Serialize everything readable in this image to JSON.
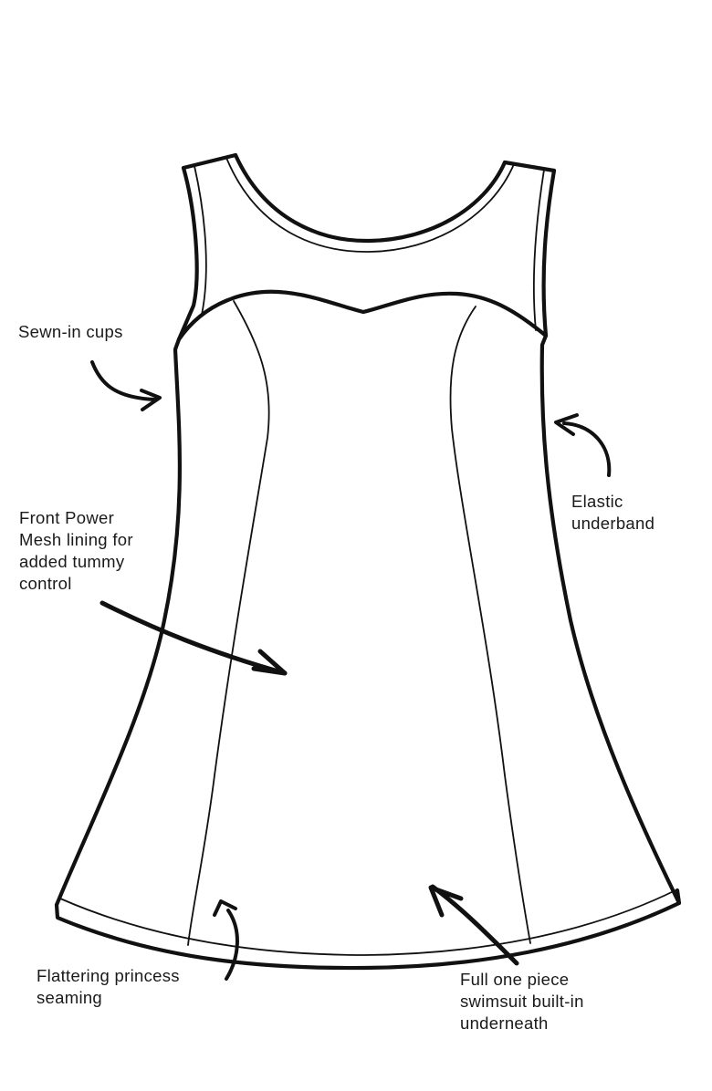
{
  "diagram": {
    "subject": "sleeveless swim dress technical flat sketch",
    "background_color": "#ffffff",
    "line_color": "#111111",
    "text_color": "#1a1a1a"
  },
  "callouts": {
    "sewn_in_cups": {
      "lines": [
        "Sewn-in cups"
      ],
      "icon": "curved-arrow-right-icon"
    },
    "power_mesh": {
      "lines": [
        "Front Power",
        "Mesh lining for",
        "added tummy",
        "control"
      ],
      "icon": "straight-arrow-down-right-icon"
    },
    "elastic_underband": {
      "lines": [
        "Elastic",
        "underband"
      ],
      "icon": "curved-arrow-up-left-icon"
    },
    "princess_seaming": {
      "lines": [
        "Flattering princess",
        "seaming"
      ],
      "icon": "curved-arrow-up-icon"
    },
    "built_in_swimsuit": {
      "lines": [
        "Full one piece",
        "swimsuit built-in",
        "underneath"
      ],
      "icon": "straight-arrow-up-left-icon"
    }
  }
}
